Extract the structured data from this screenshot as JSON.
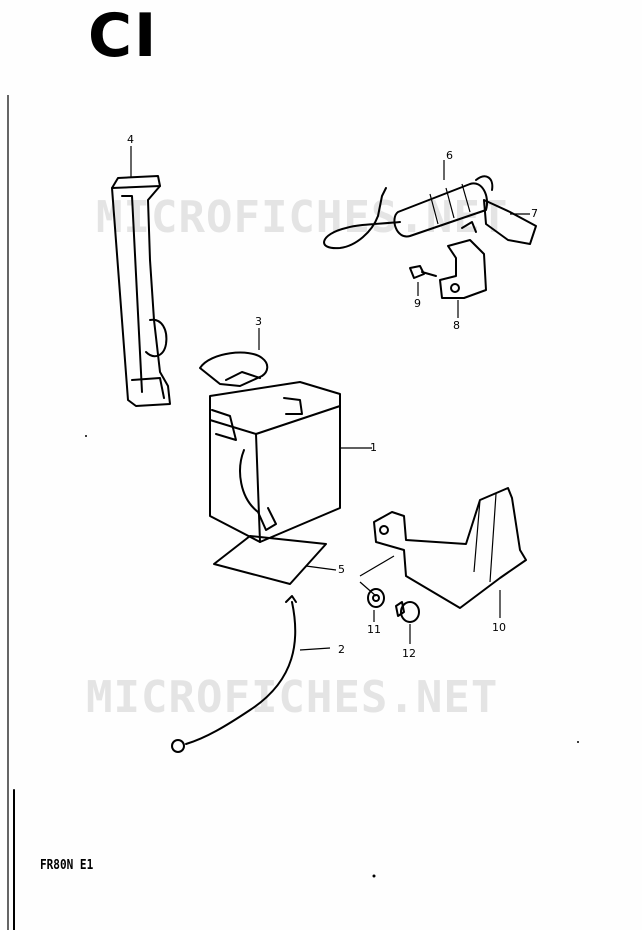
{
  "page": {
    "section_code": "CI",
    "model_code": "FR80N E1",
    "watermark": "MICROFICHES.NET"
  },
  "callouts": [
    {
      "number": "1",
      "part": "battery"
    },
    {
      "number": "2",
      "part": "battery-lead-wire"
    },
    {
      "number": "3",
      "part": "battery-cover"
    },
    {
      "number": "4",
      "part": "battery-band"
    },
    {
      "number": "5",
      "part": "battery-cushion"
    },
    {
      "number": "6",
      "part": "condenser"
    },
    {
      "number": "7",
      "part": "condenser-clip"
    },
    {
      "number": "8",
      "part": "condenser-bracket"
    },
    {
      "number": "9",
      "part": "screw"
    },
    {
      "number": "10",
      "part": "battery-holder"
    },
    {
      "number": "11",
      "part": "washer"
    },
    {
      "number": "12",
      "part": "bolt"
    }
  ]
}
